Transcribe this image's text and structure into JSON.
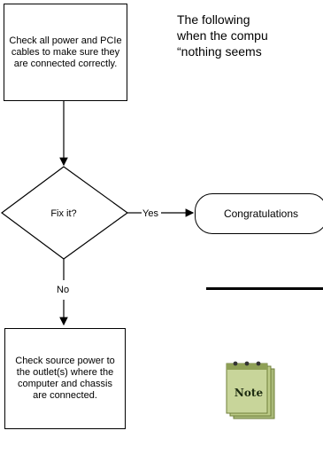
{
  "flowchart": {
    "step1": "Check all power and PCIe cables to make sure they are connected correctly.",
    "decision": "Fix it?",
    "yes_label": "Yes",
    "no_label": "No",
    "success": "Congratulations",
    "step2": "Check source power to the outlet(s) where the computer and chassis are connected."
  },
  "paragraph": {
    "lines": [
      "The following",
      "when the compu",
      "“nothing seems"
    ]
  },
  "note": {
    "label": "Note",
    "icon": "note-pad-icon",
    "colors": {
      "pad": "#c8d59a",
      "border": "#6f7f3a"
    }
  }
}
